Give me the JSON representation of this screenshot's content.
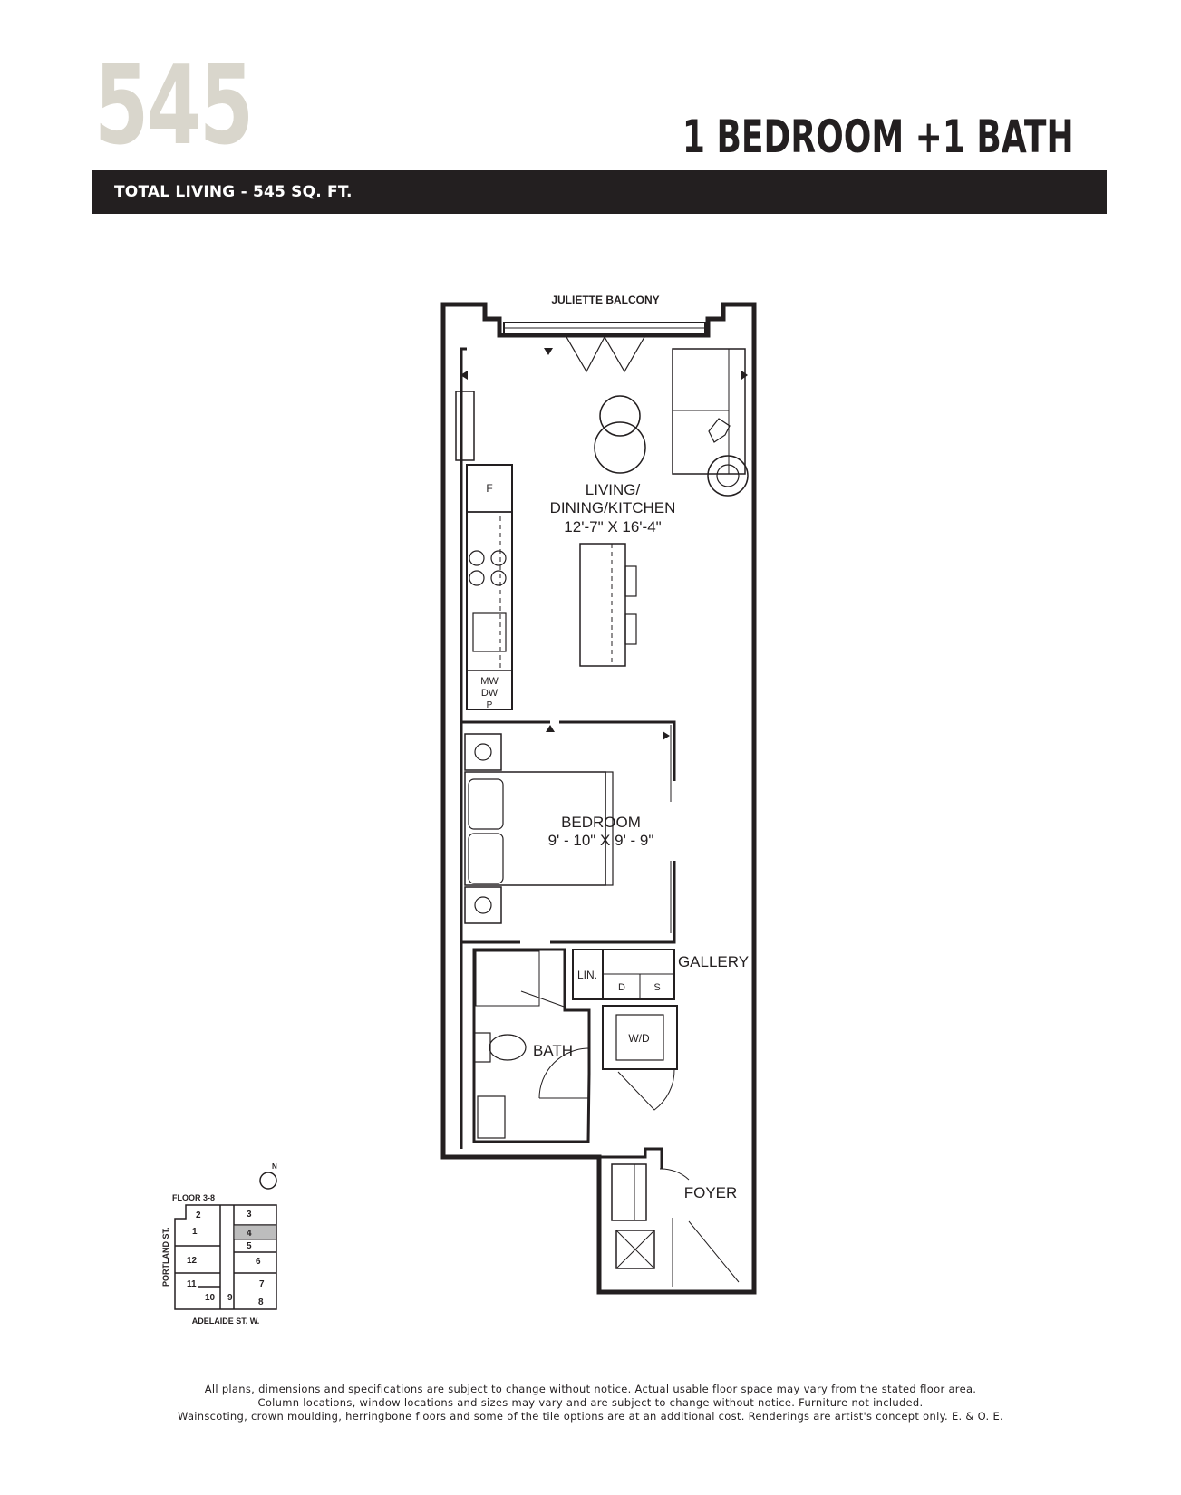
{
  "header": {
    "unit_number": "545",
    "unit_type": "1 BEDROOM +1 BATH",
    "total_living": "TOTAL LIVING - 545 SQ. FT."
  },
  "plan": {
    "balcony_label": "JULIETTE BALCONY",
    "living_label_1": "LIVING/",
    "living_label_2": "DINING/KITCHEN",
    "living_dims": "12'-7\" X 16'-4\"",
    "fridge": "F",
    "mw": "MW",
    "dw": "DW",
    "p": "P",
    "bedroom_label": "BEDROOM",
    "bedroom_dims": "9' - 10\" X 9' - 9\"",
    "gallery_label": "GALLERY",
    "lin_label": "LIN.",
    "d_label": "D",
    "s_label": "S",
    "wd_label": "W/D",
    "bath_label": "BATH",
    "foyer_label": "FOYER"
  },
  "key_plan": {
    "floor_label": "FLOOR 3-8",
    "north": "N",
    "street_left": "PORTLAND ST.",
    "street_bottom": "ADELAIDE ST. W.",
    "units": [
      "1",
      "2",
      "3",
      "4",
      "5",
      "6",
      "7",
      "8",
      "9",
      "10",
      "11",
      "12"
    ],
    "highlight_unit": "4",
    "highlight_color": "#bdbdbd"
  },
  "disclaimer": [
    "All plans, dimensions and specifications are subject to change without notice. Actual usable floor space may vary from the stated floor area.",
    "Column locations, window locations and sizes may vary and are subject to change without notice. Furniture not included.",
    "Wainscoting, crown moulding, herringbone floors and some of the tile options are at an additional cost. Renderings are artist's concept only. E. & O. E."
  ],
  "colors": {
    "dark": "#231f20",
    "number_beige": "#d9d6cc"
  }
}
